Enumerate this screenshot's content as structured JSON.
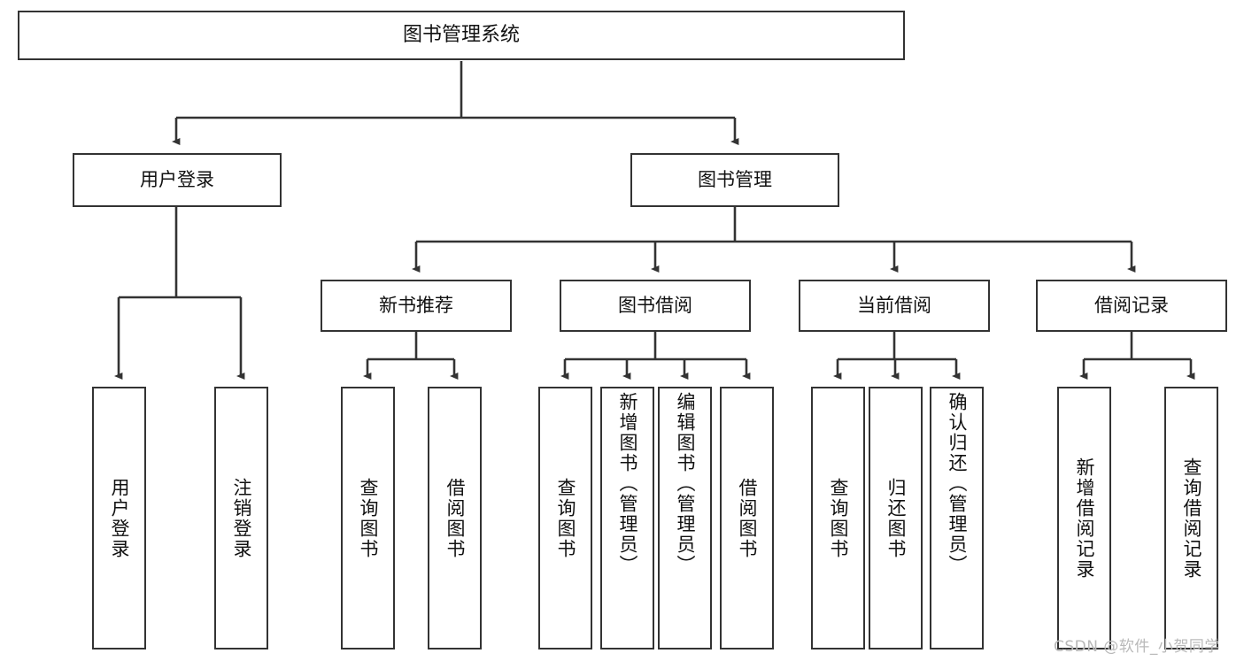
{
  "diagram": {
    "type": "tree-hierarchy",
    "title": "图书管理系统",
    "root": {
      "label": "图书管理系统"
    },
    "level1": [
      {
        "label": "用户登录"
      },
      {
        "label": "图书管理"
      }
    ],
    "level2": [
      {
        "label": "新书推荐"
      },
      {
        "label": "图书借阅"
      },
      {
        "label": "当前借阅"
      },
      {
        "label": "借阅记录"
      }
    ],
    "leaves": {
      "user_login": [
        {
          "label": "用户登录"
        },
        {
          "label": "注销登录"
        }
      ],
      "new_book_recommend": [
        {
          "label": "查询图书"
        },
        {
          "label": "借阅图书"
        }
      ],
      "book_borrow": [
        {
          "label": "查询图书"
        },
        {
          "label": "新增图书（管理员）"
        },
        {
          "label": "编辑图书（管理员）"
        },
        {
          "label": "借阅图书"
        }
      ],
      "current_borrow": [
        {
          "label": "查询图书"
        },
        {
          "label": "归还图书"
        },
        {
          "label": "确认归还（管理员）"
        }
      ],
      "borrow_record": [
        {
          "label": "新增借阅记录"
        },
        {
          "label": "查询借阅记录"
        }
      ]
    },
    "watermark": "CSDN @软件_小贺同学",
    "colors": {
      "stroke": "#333333",
      "background": "#ffffff",
      "text": "#111111",
      "watermark": "#b9b9b9"
    }
  }
}
